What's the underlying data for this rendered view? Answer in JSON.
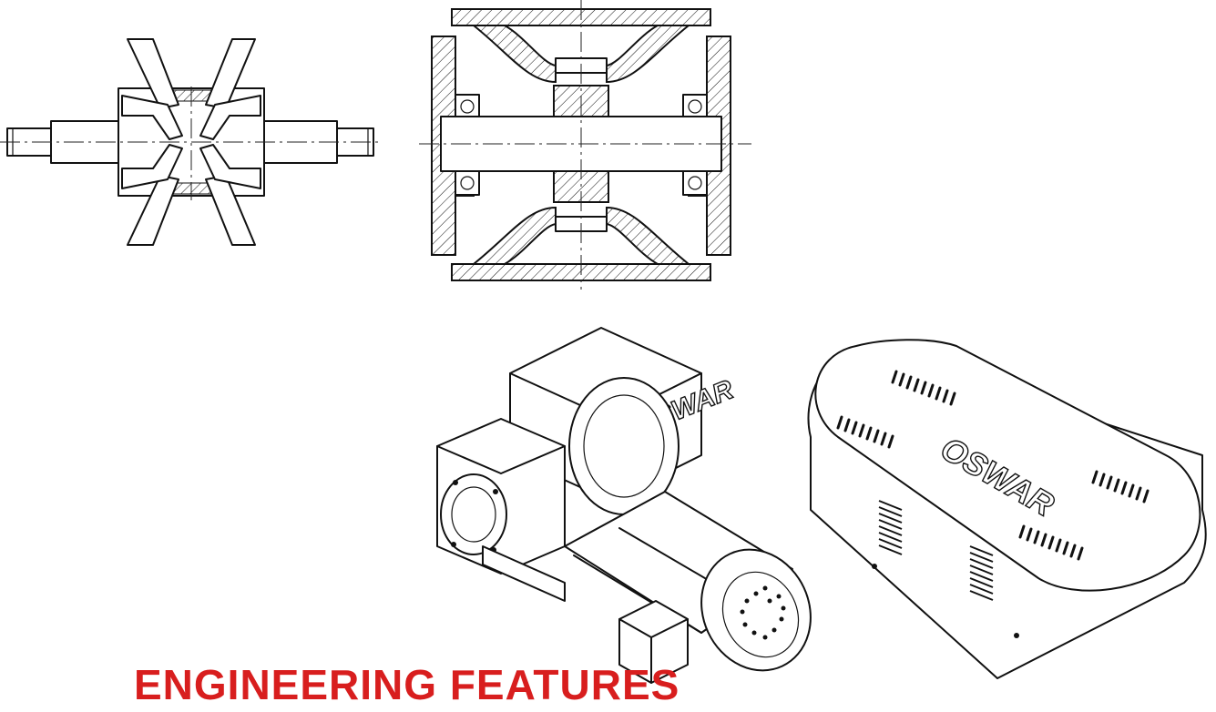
{
  "heading": {
    "text": "ENGINEERING FEATURES"
  },
  "brand": {
    "name": "OSWAR",
    "accent_color": "#d81e1e"
  },
  "drawings": [
    {
      "id": "rotor-shaft",
      "icon": "rotor-drawing"
    },
    {
      "id": "valve-housing-section",
      "icon": "housing-section-drawing"
    },
    {
      "id": "gear-motor",
      "icon": "gear-motor-drawing"
    },
    {
      "id": "motor-cover",
      "icon": "cover-drawing"
    }
  ]
}
